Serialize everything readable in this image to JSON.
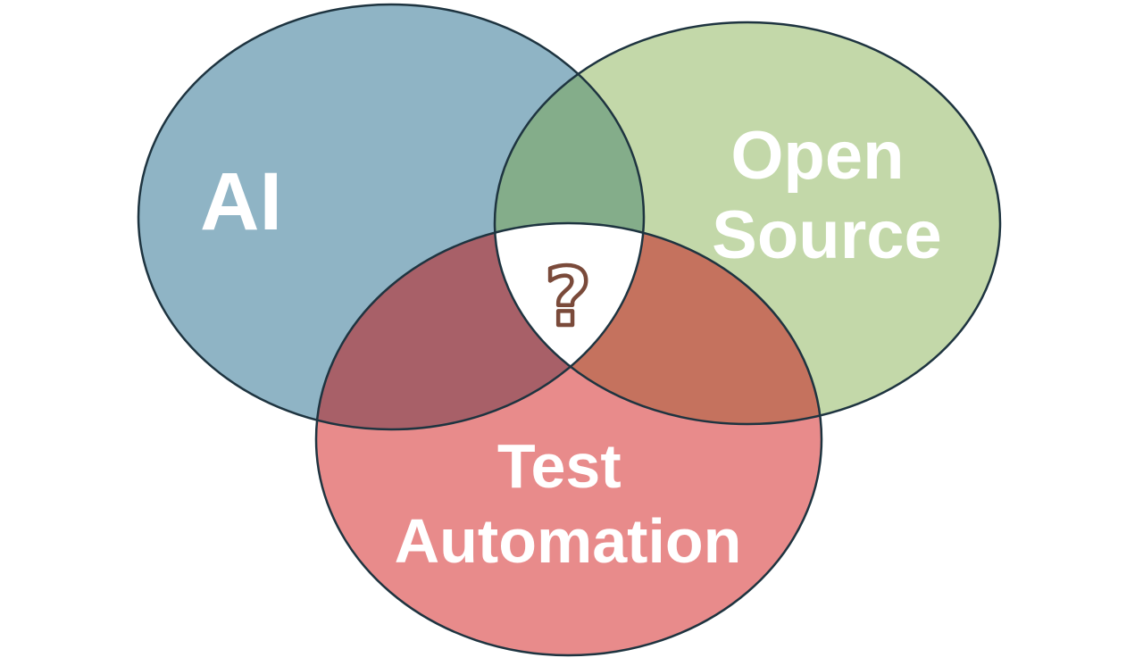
{
  "diagram": {
    "type": "venn",
    "sets": [
      {
        "id": "ai",
        "lines": [
          "AI"
        ],
        "fill": "#8fb4c5"
      },
      {
        "id": "open-source",
        "lines": [
          "Open",
          "Source"
        ],
        "fill": "#c3d8a9"
      },
      {
        "id": "test-automation",
        "lines": [
          "Test",
          "Automation"
        ],
        "fill": "#e88b8b"
      }
    ],
    "intersections": {
      "ai_open_source": "#84ad8a",
      "ai_test_automation": "#a86068",
      "open_source_test_automation": "#c5725e",
      "all_three": "#ffffff"
    },
    "center": {
      "symbol": "?",
      "color": "#7a4a3a"
    },
    "outline_color": "#1e3440"
  }
}
